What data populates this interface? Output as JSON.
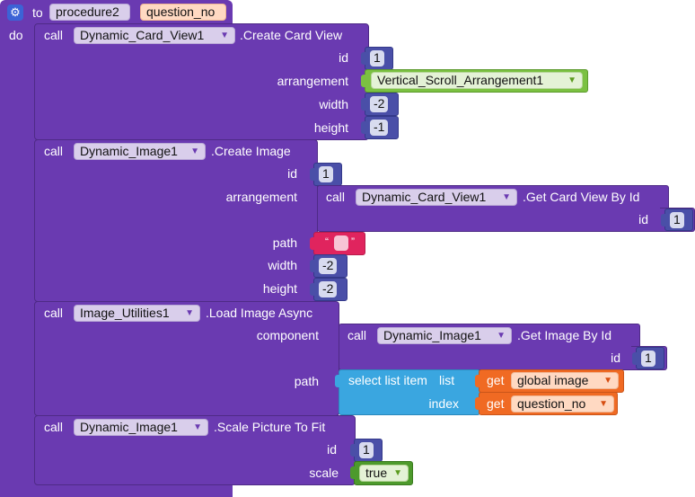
{
  "procedure": {
    "to_label": "to",
    "name": "procedure2",
    "param": "question_no",
    "do_label": "do",
    "gear_icon": "gear-icon"
  },
  "blocks": [
    {
      "call_label": "call",
      "component": "Dynamic_Card_View1",
      "method": ".Create Card View",
      "args": [
        {
          "label": "id",
          "value": "1"
        },
        {
          "label": "arrangement",
          "value": "Vertical_Scroll_Arrangement1"
        },
        {
          "label": "width",
          "value": "-2"
        },
        {
          "label": "height",
          "value": "-1"
        }
      ]
    },
    {
      "call_label": "call",
      "component": "Dynamic_Image1",
      "method": ".Create Image",
      "args": [
        {
          "label": "id",
          "value": "1"
        },
        {
          "label": "arrangement",
          "call_label": "call",
          "component": "Dynamic_Card_View1",
          "method": ".Get Card View By Id",
          "sub_label": "id",
          "sub_value": "1"
        },
        {
          "label": "path",
          "open_quote": "“",
          "close_quote": "”",
          "value": ""
        },
        {
          "label": "width",
          "value": "-2"
        },
        {
          "label": "height",
          "value": "-2"
        }
      ]
    },
    {
      "call_label": "call",
      "component": "Image_Utilities1",
      "method": ".Load Image Async",
      "args": [
        {
          "label": "component",
          "call_label": "call",
          "component": "Dynamic_Image1",
          "method": ".Get Image By Id",
          "sub_label": "id",
          "sub_value": "1"
        },
        {
          "label": "path",
          "list_label": "select list item",
          "list_word": "list",
          "get_label": "get",
          "list_var": "global image",
          "index_label": "index",
          "index_var": "question_no"
        }
      ]
    },
    {
      "call_label": "call",
      "component": "Dynamic_Image1",
      "method": ".Scale Picture To Fit",
      "args": [
        {
          "label": "id",
          "value": "1"
        },
        {
          "label": "scale",
          "value": "true"
        }
      ]
    }
  ],
  "dropdown_arrow": "▼",
  "colors": {
    "procedure": "#6a3ab1",
    "math": "#4a4fa8",
    "component": "#7bc142",
    "text": "#e0245e",
    "list": "#3aa6e0",
    "variable": "#f06a23",
    "logic": "#4d9a2c"
  }
}
